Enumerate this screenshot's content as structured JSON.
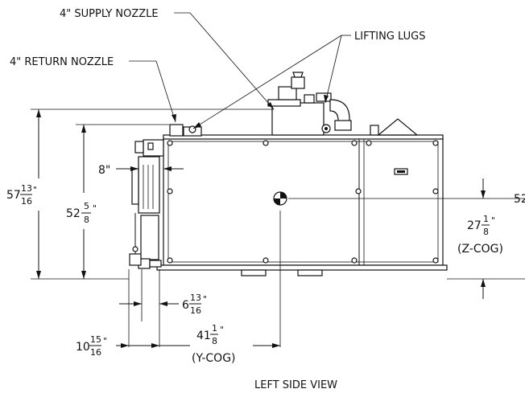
{
  "callouts": {
    "supply_nozzle": "4\" SUPPLY NOZZLE",
    "return_nozzle": "4\" RETURN NOZZLE",
    "lifting_lugs": "LIFTING LUGS"
  },
  "dimensions": {
    "overall_height": {
      "whole": "57",
      "num": "13",
      "den": "16",
      "unit": "\""
    },
    "body_height": {
      "whole": "52",
      "num": "5",
      "den": "8",
      "unit": "\""
    },
    "offset_8": {
      "text": "8\""
    },
    "z_cog": {
      "whole": "27",
      "num": "1",
      "den": "8",
      "unit": "\"",
      "tag": "(Z-COG)"
    },
    "right_cut": {
      "text": "52"
    },
    "x_6": {
      "whole": "6",
      "num": "13",
      "den": "16",
      "unit": "\""
    },
    "x_10": {
      "whole": "10",
      "num": "15",
      "den": "16",
      "unit": "\""
    },
    "y_cog": {
      "whole": "41",
      "num": "1",
      "den": "8",
      "unit": "\"",
      "tag": "(Y-COG)"
    }
  },
  "view_title": "LEFT SIDE VIEW"
}
